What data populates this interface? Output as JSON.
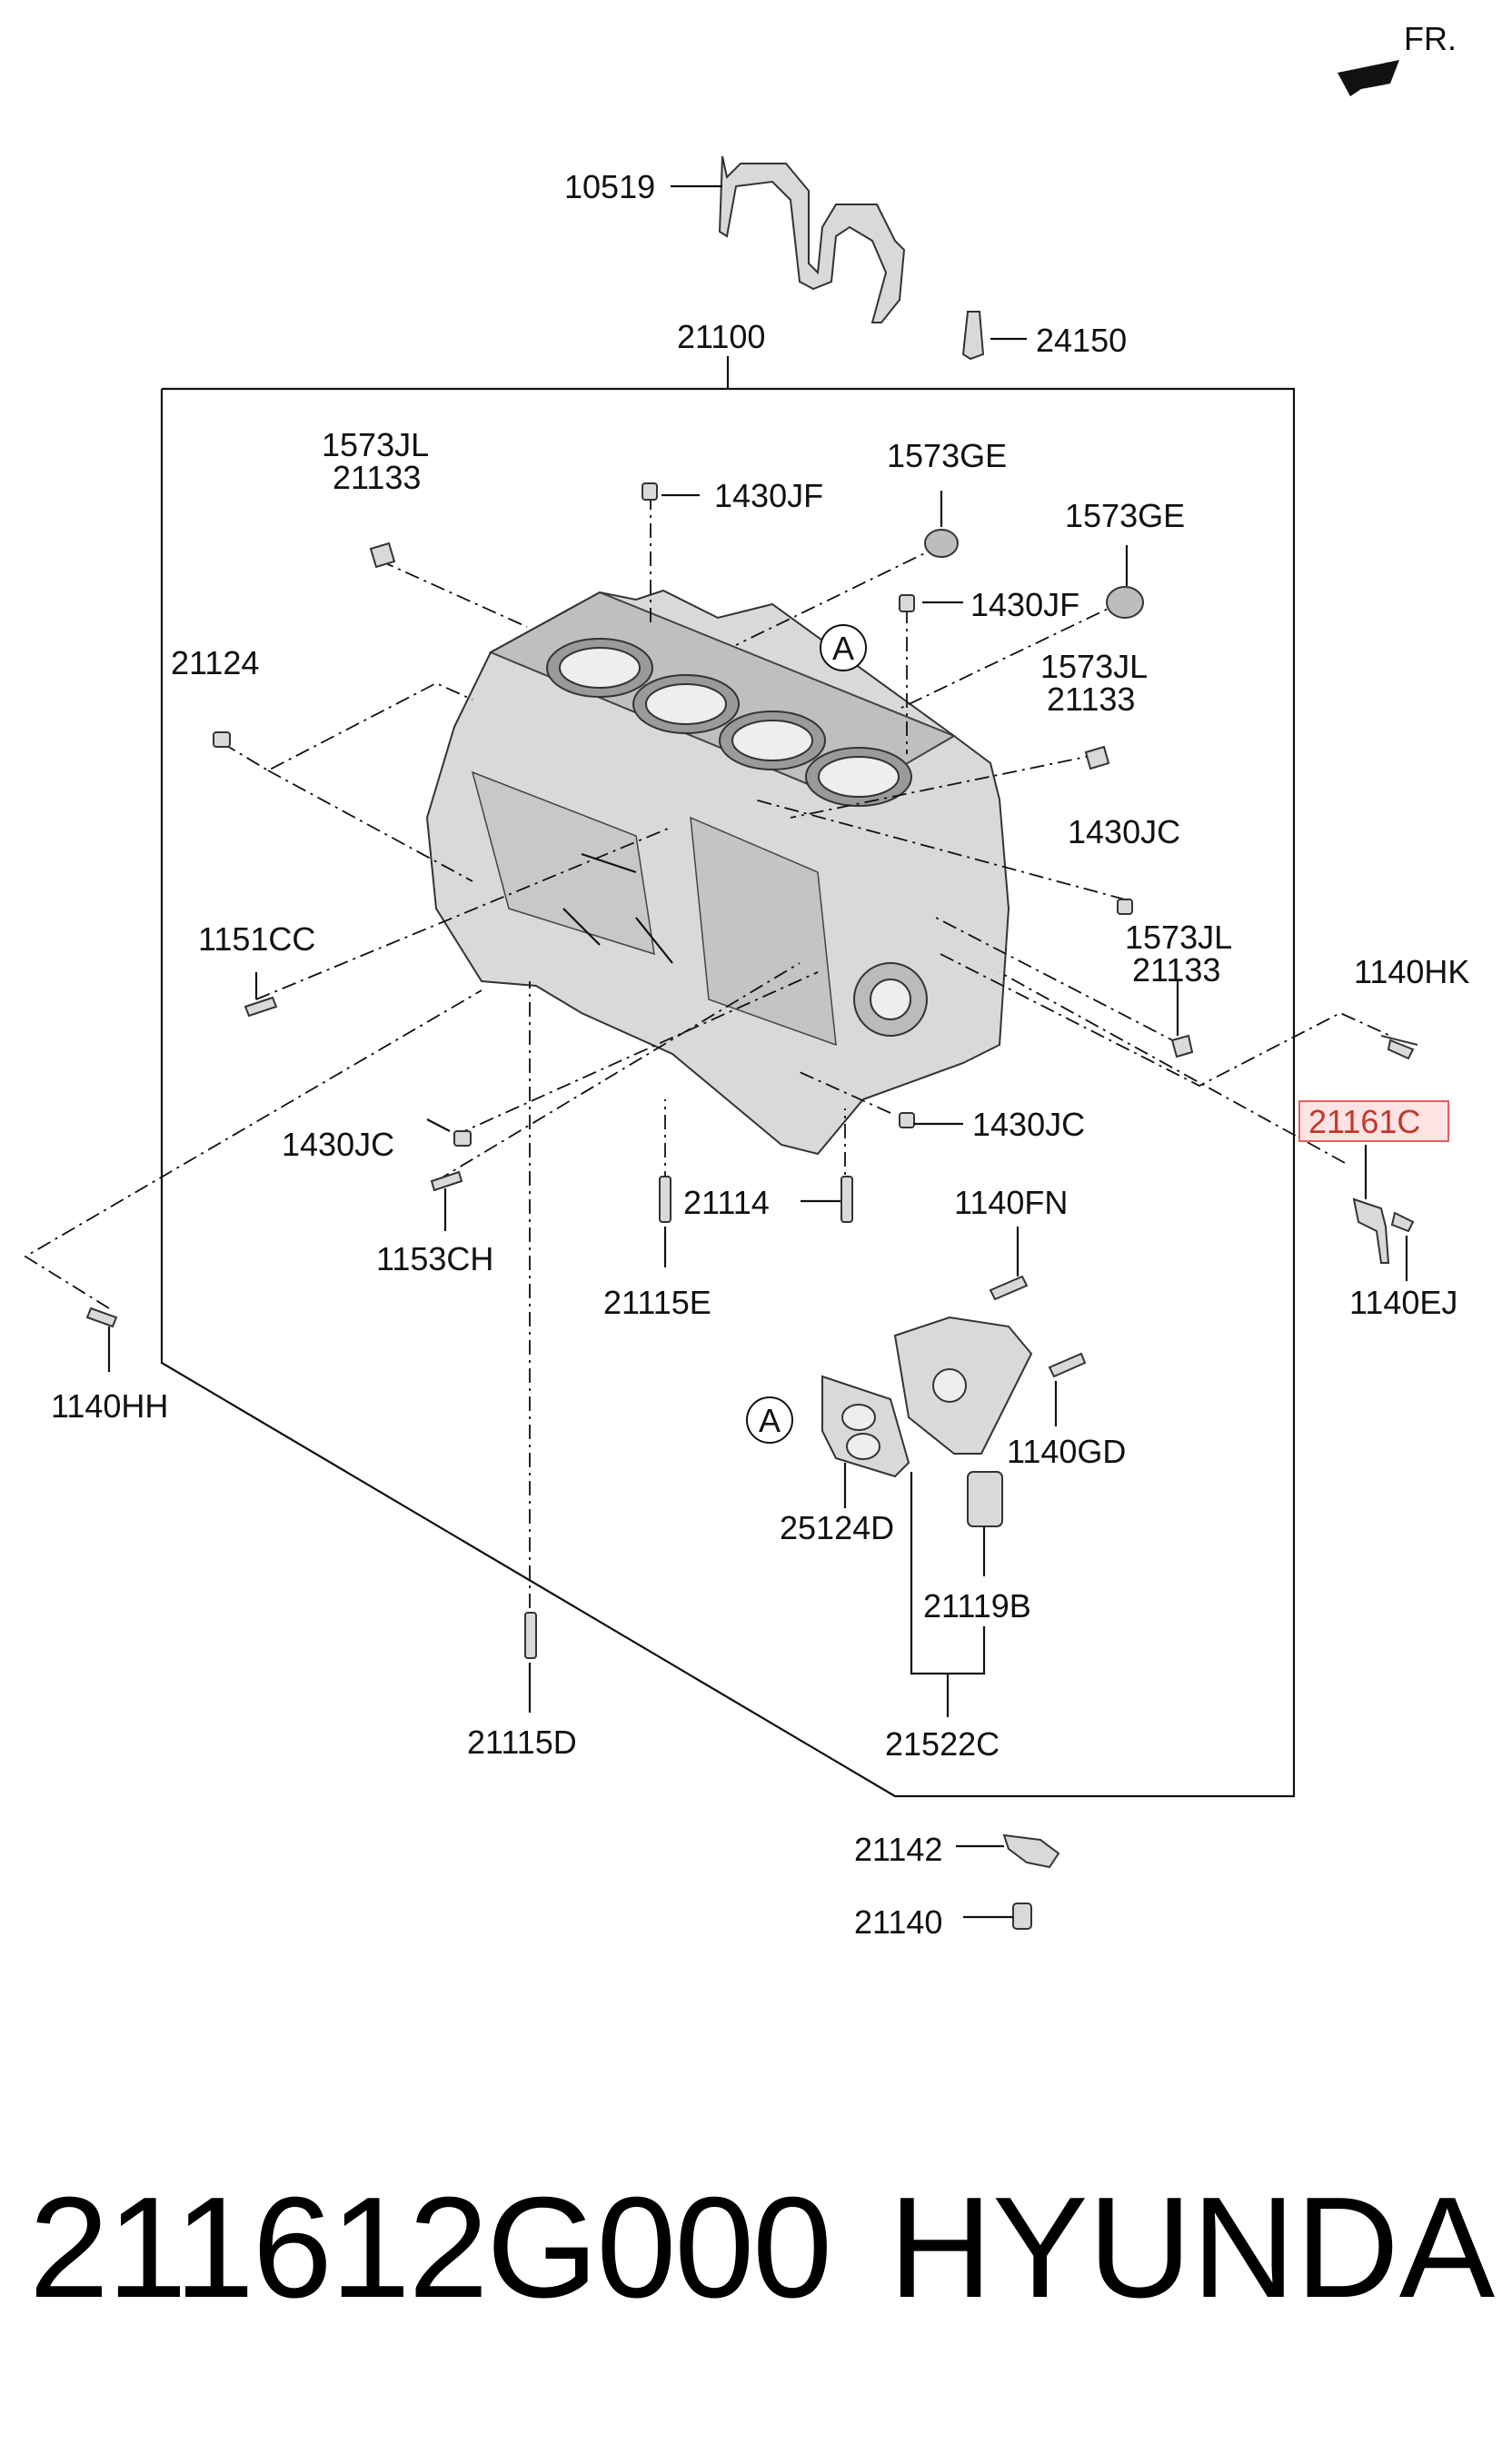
{
  "direction_label": "FR.",
  "frame_label": "21100",
  "labels": {
    "p10519": "10519",
    "p24150": "24150",
    "p1573jl_a": "1573JL",
    "p21133_a": "21133",
    "p1430jf_a": "1430JF",
    "p1573ge_a": "1573GE",
    "p1573ge_b": "1573GE",
    "p1430jf_b": "1430JF",
    "p21124": "21124",
    "ref_a_1": "A",
    "p1573jl_b": "1573JL",
    "p21133_b": "21133",
    "p1430jc_a": "1430JC",
    "p1151cc": "1151CC",
    "p1573jl_c": "1573JL",
    "p21133_c": "21133",
    "p1140hk": "1140HK",
    "p21161c": "21161C",
    "p1430jc_b": "1430JC",
    "p1430jc_c": "1430JC",
    "p21114": "21114",
    "p1140fn": "1140FN",
    "p1153ch": "1153CH",
    "p21115e": "21115E",
    "p1140ej": "1140EJ",
    "p1140hh": "1140HH",
    "ref_a_2": "A",
    "p1140gd": "1140GD",
    "p25124d": "25124D",
    "p21119b": "21119B",
    "p21115d": "21115D",
    "p21522c": "21522C",
    "p21142": "21142",
    "p21140": "21140"
  },
  "highlighted_part": "21161C",
  "colors": {
    "highlight_box_fill": "#fde3e3",
    "highlight_box_stroke": "#e06060",
    "highlight_text": "#c0392b",
    "line": "#111111",
    "part_fill": "#d9d9d9"
  },
  "footer": {
    "part_number": "211612G000",
    "brand": "HYUNDAI"
  }
}
